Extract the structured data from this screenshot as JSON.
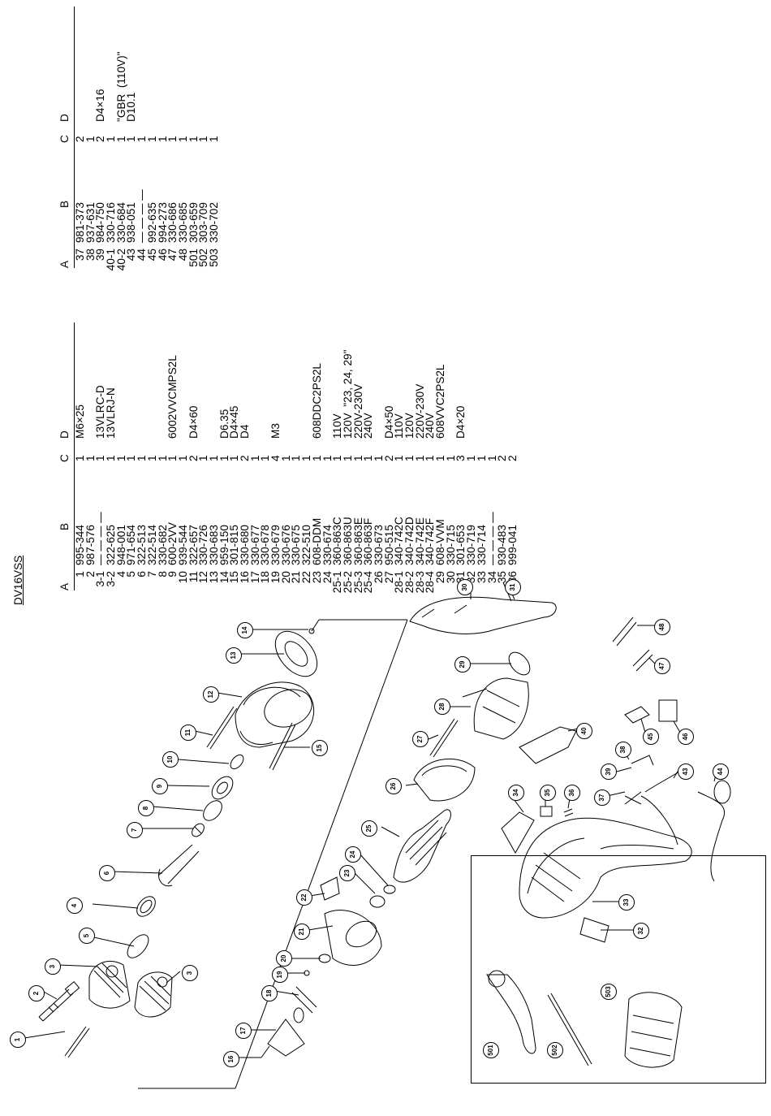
{
  "model": "DV16VSS",
  "table1": {
    "headers": [
      "A",
      "B",
      "C",
      "D"
    ],
    "rows": [
      [
        "1",
        "995-344",
        "1",
        "M6×25"
      ],
      [
        "2",
        "987-576",
        "1",
        ""
      ],
      [
        "3-1",
        "— — — —",
        "1",
        "13VLRC-D"
      ],
      [
        "3-2",
        "322-625",
        "1",
        "13VLRJ-N"
      ],
      [
        "4",
        "948-001",
        "1",
        ""
      ],
      [
        "5",
        "971-654",
        "1",
        ""
      ],
      [
        "6",
        "322-513",
        "1",
        ""
      ],
      [
        "7",
        "322-514",
        "1",
        ""
      ],
      [
        "8",
        "330-682",
        "1",
        ""
      ],
      [
        "9",
        "600-2VV",
        "1",
        "6002VVCMPS2L"
      ],
      [
        "10",
        "939-544",
        "1",
        ""
      ],
      [
        "11",
        "322-657",
        "2",
        "D4×60"
      ],
      [
        "12",
        "330-726",
        "1",
        ""
      ],
      [
        "13",
        "330-683",
        "1",
        ""
      ],
      [
        "14",
        "959-150",
        "1",
        "D6.35"
      ],
      [
        "15",
        "301-815",
        "1",
        "D4×45"
      ],
      [
        "16",
        "330-680",
        "2",
        "D4"
      ],
      [
        "17",
        "330-677",
        "1",
        ""
      ],
      [
        "18",
        "330-678",
        "1",
        ""
      ],
      [
        "19",
        "330-679",
        "4",
        "M3"
      ],
      [
        "20",
        "330-676",
        "1",
        ""
      ],
      [
        "21",
        "330-675",
        "1",
        ""
      ],
      [
        "22",
        "322-510",
        "1",
        ""
      ],
      [
        "23",
        "608-DDM",
        "1",
        "608DDC2PS2L"
      ],
      [
        "24",
        "330-674",
        "1",
        ""
      ],
      [
        "25-1",
        "360-863C",
        "1",
        "110V"
      ],
      [
        "25-2",
        "360-863U",
        "1",
        "120V  \"23, 24, 29\""
      ],
      [
        "25-3",
        "360-863E",
        "1",
        "220V-230V"
      ],
      [
        "25-4",
        "360-863F",
        "1",
        "240V"
      ],
      [
        "26",
        "330-673",
        "1",
        ""
      ],
      [
        "27",
        "950-515",
        "2",
        "D4×50"
      ],
      [
        "28-1",
        "340-742C",
        "1",
        "110V"
      ],
      [
        "28-2",
        "340-742D",
        "1",
        "120V"
      ],
      [
        "28-3",
        "340-742E",
        "1",
        "220V-230V"
      ],
      [
        "28-4",
        "340-742F",
        "1",
        "240V"
      ],
      [
        "29",
        "608-VVM",
        "1",
        "608VVC2PS2L"
      ],
      [
        "30",
        "330-715",
        "1",
        ""
      ],
      [
        "31",
        "301-653",
        "3",
        "D4×20"
      ],
      [
        "32",
        "330-719",
        "1",
        ""
      ],
      [
        "33",
        "330-714",
        "1",
        ""
      ],
      [
        "34",
        "— — — —",
        "1",
        ""
      ],
      [
        "35",
        "930-483",
        "2",
        ""
      ],
      [
        "36",
        "999-041",
        "2",
        ""
      ]
    ]
  },
  "table2": {
    "headers": [
      "A",
      "B",
      "C",
      "D"
    ],
    "rows": [
      [
        "37",
        "981-373",
        "2",
        ""
      ],
      [
        "38",
        "937-631",
        "1",
        ""
      ],
      [
        "39",
        "984-750",
        "2",
        "D4×16"
      ],
      [
        "40-1",
        "330-716",
        "1",
        ""
      ],
      [
        "40-2",
        "330-684",
        "1",
        "\"GBR  (110V)\""
      ],
      [
        "43",
        "938-051",
        "1",
        "D10.1"
      ],
      [
        "44",
        "— — — —",
        "1",
        ""
      ],
      [
        "45",
        "992-635",
        "1",
        ""
      ],
      [
        "46",
        "994-273",
        "1",
        ""
      ],
      [
        "47",
        "330-686",
        "1",
        ""
      ],
      [
        "48",
        "330-685",
        "1",
        ""
      ],
      [
        "501",
        "303-659",
        "1",
        ""
      ],
      [
        "502",
        "303-709",
        "1",
        ""
      ],
      [
        "503",
        "330-702",
        "1",
        ""
      ]
    ]
  },
  "callouts": [
    "1",
    "2",
    "3",
    "3",
    "4",
    "5",
    "6",
    "7",
    "8",
    "9",
    "10",
    "11",
    "12",
    "13",
    "14",
    "15",
    "16",
    "17",
    "18",
    "19",
    "20",
    "21",
    "22",
    "23",
    "24",
    "25",
    "26",
    "27",
    "28",
    "29",
    "30",
    "31",
    "32",
    "33",
    "34",
    "35",
    "36",
    "37",
    "38",
    "39",
    "40",
    "43",
    "44",
    "45",
    "46",
    "47",
    "48",
    "501",
    "502",
    "503"
  ]
}
